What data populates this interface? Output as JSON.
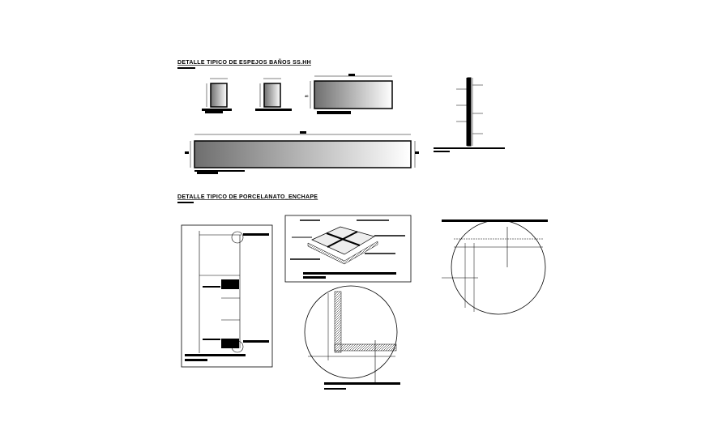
{
  "drawing": {
    "section_mirrors": {
      "title": "DETALLE TIPICO DE ESPEJOS BAÑOS SS.HH",
      "dimension_height_label": "40"
    },
    "section_porcelain": {
      "title": "DETALLE TIPICO DE PORCELANATO_ENCHAPE"
    },
    "colors": {
      "line": "#000000",
      "gradient_dark": "#6e6e6e",
      "gradient_light": "#ffffff",
      "background": "#ffffff"
    }
  }
}
